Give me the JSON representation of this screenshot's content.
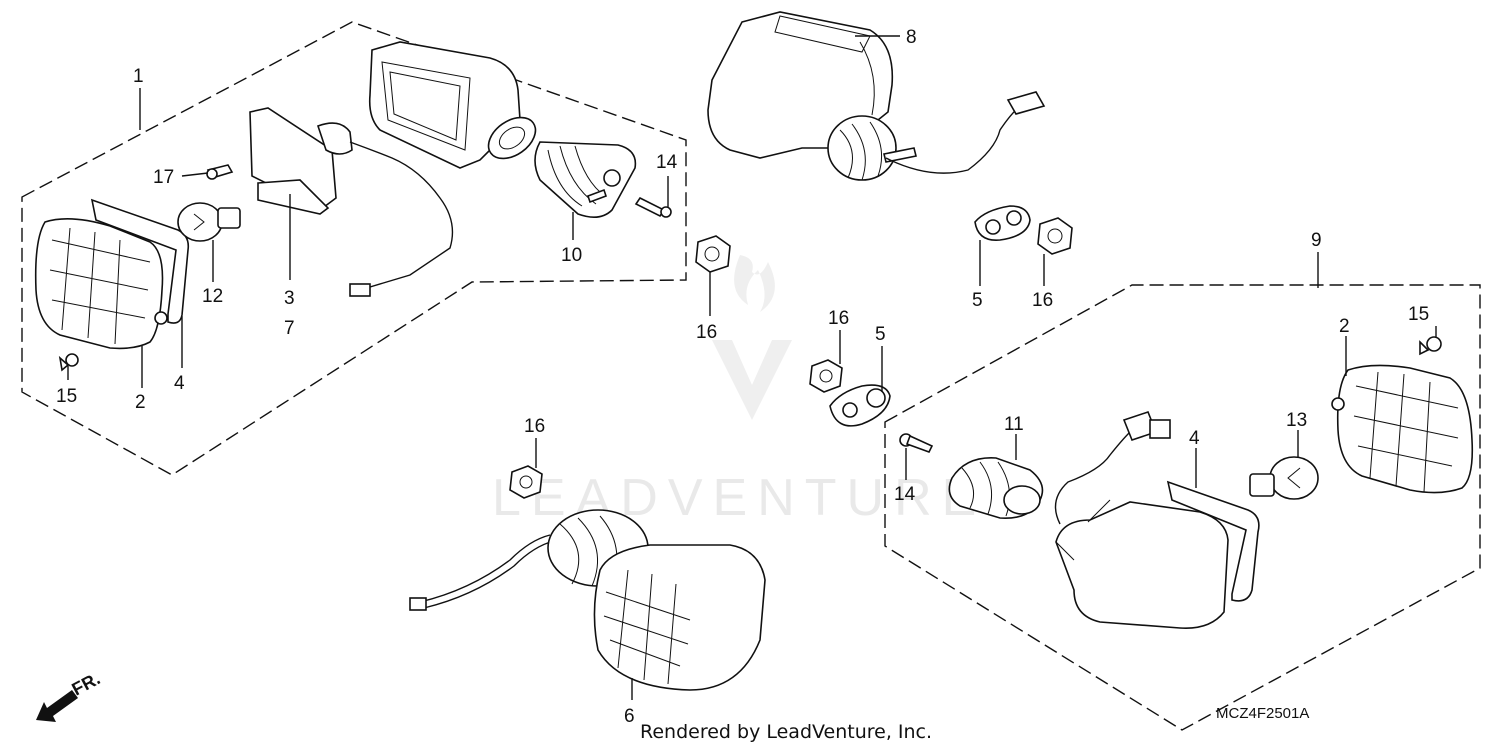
{
  "diagram": {
    "callouts": [
      {
        "id": "c1-top",
        "text": "1"
      },
      {
        "id": "c17",
        "text": "17"
      },
      {
        "id": "c12",
        "text": "12"
      },
      {
        "id": "c3",
        "text": "3"
      },
      {
        "id": "c7",
        "text": "7"
      },
      {
        "id": "c2-left",
        "text": "2"
      },
      {
        "id": "c4-left",
        "text": "4"
      },
      {
        "id": "c15-left",
        "text": "15"
      },
      {
        "id": "c10",
        "text": "10"
      },
      {
        "id": "c14-upper",
        "text": "14"
      },
      {
        "id": "c8",
        "text": "8"
      },
      {
        "id": "c16-a",
        "text": "16"
      },
      {
        "id": "c5-a",
        "text": "5"
      },
      {
        "id": "c16-b",
        "text": "16"
      },
      {
        "id": "c16-c",
        "text": "16"
      },
      {
        "id": "c5-b",
        "text": "5"
      },
      {
        "id": "c16-d",
        "text": "16"
      },
      {
        "id": "c9",
        "text": "9"
      },
      {
        "id": "c2-right",
        "text": "2"
      },
      {
        "id": "c15-right",
        "text": "15"
      },
      {
        "id": "c11",
        "text": "11"
      },
      {
        "id": "c4-right",
        "text": "4"
      },
      {
        "id": "c13",
        "text": "13"
      },
      {
        "id": "c14-lower",
        "text": "14"
      },
      {
        "id": "c6",
        "text": "6"
      }
    ],
    "diagram_code": "MCZ4F2501A",
    "credit": "Rendered by LeadVenture, Inc.",
    "front_marker": "FR.",
    "watermark": "LEADVENTURE"
  }
}
